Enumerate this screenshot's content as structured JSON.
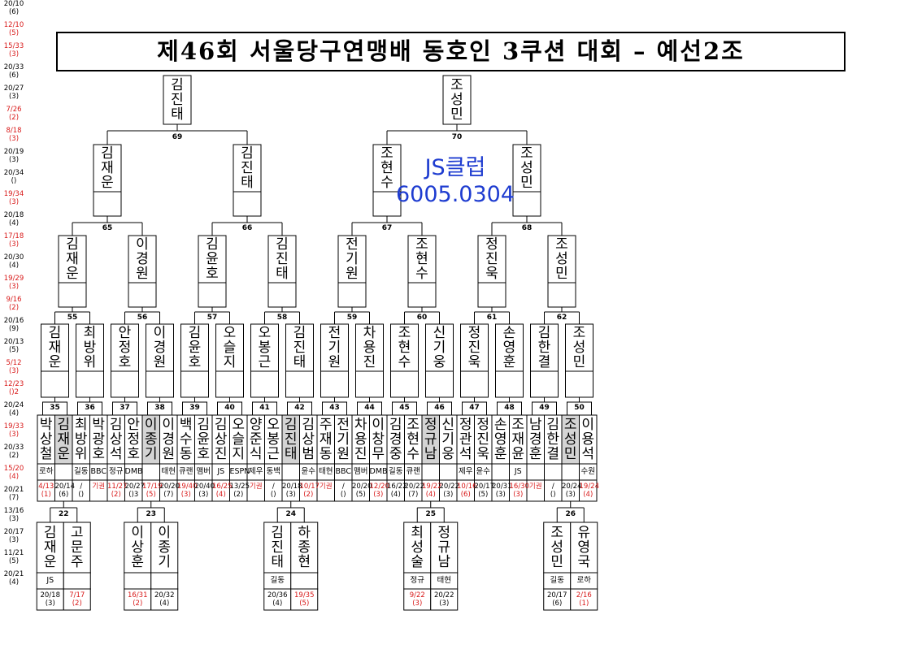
{
  "title": "제46회 서울당구연맹배 동호인 3쿠션 대회 – 예선2조",
  "watermark": {
    "line1": "JS클럽",
    "line2": "6005.0304"
  },
  "entrants": [
    {
      "name": "박상철",
      "club": "로하",
      "score": "4/13\n(1)",
      "red": true
    },
    {
      "name": "김재운",
      "club": "",
      "score": "20/14\n(6)",
      "hl": true
    },
    {
      "name": "최방위",
      "club": "길동",
      "score": "/\n()"
    },
    {
      "name": "박광호",
      "club": "BBC",
      "score": "기권",
      "red": true
    },
    {
      "name": "김상석",
      "club": "정규",
      "score": "11/27\n(2)",
      "red": true
    },
    {
      "name": "안정호",
      "club": "DMB",
      "score": "20/27\n()3"
    },
    {
      "name": "이종기",
      "club": "",
      "score": "17/19\n(5)",
      "red": true,
      "hl": true
    },
    {
      "name": "이경원",
      "club": "태현",
      "score": "20/20\n(7)"
    },
    {
      "name": "백수동",
      "club": "큐랜",
      "score": "19/40\n(3)",
      "red": true
    },
    {
      "name": "김윤호",
      "club": "맴버",
      "score": "20/40\n(3)"
    },
    {
      "name": "김상진",
      "club": "JS",
      "score": "16/25\n(4)",
      "red": true
    },
    {
      "name": "오슬지",
      "club": "ESPN",
      "score": "13/25\n(2)"
    },
    {
      "name": "양준식",
      "club": "제우",
      "score": "기권",
      "red": true
    },
    {
      "name": "오봉근",
      "club": "동백",
      "score": "/\n()"
    },
    {
      "name": "김진태",
      "club": "",
      "score": "20/18\n(3)",
      "hl": true
    },
    {
      "name": "김상범",
      "club": "윤수",
      "score": "10/17\n(2)",
      "red": true
    },
    {
      "name": "주재동",
      "club": "태현",
      "score": "기권",
      "red": true
    },
    {
      "name": "전기원",
      "club": "BBC",
      "score": "/\n()"
    },
    {
      "name": "차용진",
      "club": "맴버",
      "score": "20/20\n(5)"
    },
    {
      "name": "이창무",
      "club": "DMB",
      "score": "12/20\n(3)",
      "red": true
    },
    {
      "name": "김경중",
      "club": "길동",
      "score": "16/22\n(4)"
    },
    {
      "name": "조현수",
      "club": "큐랜",
      "score": "20/22\n(7)"
    },
    {
      "name": "정규남",
      "club": "",
      "score": "19/22\n(4)",
      "red": true,
      "hl": true
    },
    {
      "name": "신기웅",
      "club": "",
      "score": "20/22\n(3)"
    },
    {
      "name": "정관석",
      "club": "제우",
      "score": "10/16\n(6)",
      "red": true
    },
    {
      "name": "정진욱",
      "club": "윤수",
      "score": "20/17\n(5)"
    },
    {
      "name": "손영훈",
      "club": "",
      "score": "20/31\n(3)"
    },
    {
      "name": "조재윤",
      "club": "JS",
      "score": "16/30\n(3)",
      "red": true
    },
    {
      "name": "남경훈",
      "club": "",
      "score": "기권",
      "red": true
    },
    {
      "name": "김한결",
      "club": "",
      "score": "/\n()"
    },
    {
      "name": "조성민",
      "club": "",
      "score": "20/24\n(3)",
      "hl": true
    },
    {
      "name": "이용석",
      "club": "수원",
      "score": "19/24\n(4)",
      "red": true
    }
  ],
  "prelim": [
    {
      "no": "22",
      "players": [
        {
          "name": "김재운",
          "club": "JS",
          "score": "20/18\n(3)"
        },
        {
          "name": "고문주",
          "club": "",
          "score": "7/17\n(2)",
          "red": true
        }
      ]
    },
    {
      "no": "23",
      "players": [
        {
          "name": "이상훈",
          "club": "",
          "score": "16/31\n(2)",
          "red": true
        },
        {
          "name": "이종기",
          "club": "",
          "score": "20/32\n(4)"
        }
      ]
    },
    {
      "no": "24",
      "players": [
        {
          "name": "김진태",
          "club": "길동",
          "score": "20/36\n(4)"
        },
        {
          "name": "하종현",
          "club": "",
          "score": "19/35\n(5)",
          "red": true
        }
      ]
    },
    {
      "no": "25",
      "players": [
        {
          "name": "최성술",
          "club": "정규",
          "score": "9/22\n(3)",
          "red": true
        },
        {
          "name": "정규남",
          "club": "태현",
          "score": "20/22\n(3)"
        }
      ]
    },
    {
      "no": "26",
      "players": [
        {
          "name": "조성민",
          "club": "길동",
          "score": "20/17\n(6)"
        },
        {
          "name": "유영국",
          "club": "로하",
          "score": "2/16\n(1)",
          "red": true
        }
      ]
    }
  ],
  "r1": {
    "numbers": [
      "35",
      "36",
      "37",
      "38",
      "39",
      "40",
      "41",
      "42",
      "43",
      "44",
      "45",
      "46",
      "47",
      "48",
      "49",
      "50"
    ],
    "winners": [
      {
        "name": "김재운",
        "score": "20/10\n(6)"
      },
      {
        "name": "최방위",
        "score": "12/10\n(5)",
        "red": true
      },
      {
        "name": "안정호",
        "score": "15/33\n(3)",
        "red": true
      },
      {
        "name": "이경원",
        "score": "20/33\n(6)"
      },
      {
        "name": "김윤호",
        "score": "20/27\n(3)"
      },
      {
        "name": "오슬지",
        "score": "7/26\n(2)",
        "red": true
      },
      {
        "name": "오봉근",
        "score": "8/18\n(3)",
        "red": true
      },
      {
        "name": "김진태",
        "score": "20/19\n(3)"
      },
      {
        "name": "전기원",
        "score": "20/34\n()"
      },
      {
        "name": "차용진",
        "score": "19/34\n(3)",
        "red": true
      },
      {
        "name": "조현수",
        "score": "20/18\n(4)"
      },
      {
        "name": "신기웅",
        "score": "17/18\n(3)",
        "red": true
      },
      {
        "name": "정진욱",
        "score": "20/30\n(4)"
      },
      {
        "name": "손영훈",
        "score": "19/29\n(3)",
        "red": true
      },
      {
        "name": "김한결",
        "score": "9/16\n(2)",
        "red": true
      },
      {
        "name": "조성민",
        "score": "20/16\n(9)"
      }
    ]
  },
  "r2": {
    "numbers": [
      "55",
      "56",
      "57",
      "58",
      "59",
      "60",
      "61",
      "62"
    ],
    "winners": [
      {
        "name": "김재운",
        "score": "20/13\n(5)"
      },
      {
        "name": "이경원",
        "score": "5/12\n(3)",
        "red": true
      },
      {
        "name": "김윤호",
        "score": "12/23\n()2",
        "red": true
      },
      {
        "name": "김진태",
        "score": "20/24\n(4)"
      },
      {
        "name": "전기원",
        "score": "19/33\n(3)",
        "red": true
      },
      {
        "name": "조현수",
        "score": "20/33\n(2)"
      },
      {
        "name": "정진욱",
        "score": "15/20\n(4)",
        "red": true
      },
      {
        "name": "조성민",
        "score": "20/21\n(7)"
      }
    ]
  },
  "r3": {
    "numbers": [
      "65",
      "66",
      "67",
      "68"
    ],
    "winners": [
      {
        "name": "김재운",
        "score": "13/16\n(3)"
      },
      {
        "name": "김진태",
        "score": "20/17\n(3)"
      },
      {
        "name": "조현수",
        "score": "11/21\n(5)"
      },
      {
        "name": "조성민",
        "score": "20/21\n(4)"
      }
    ]
  },
  "r4": {
    "numbers": [
      "69",
      "70"
    ],
    "winners": [
      {
        "name": "김진태"
      },
      {
        "name": "조성민"
      }
    ]
  }
}
